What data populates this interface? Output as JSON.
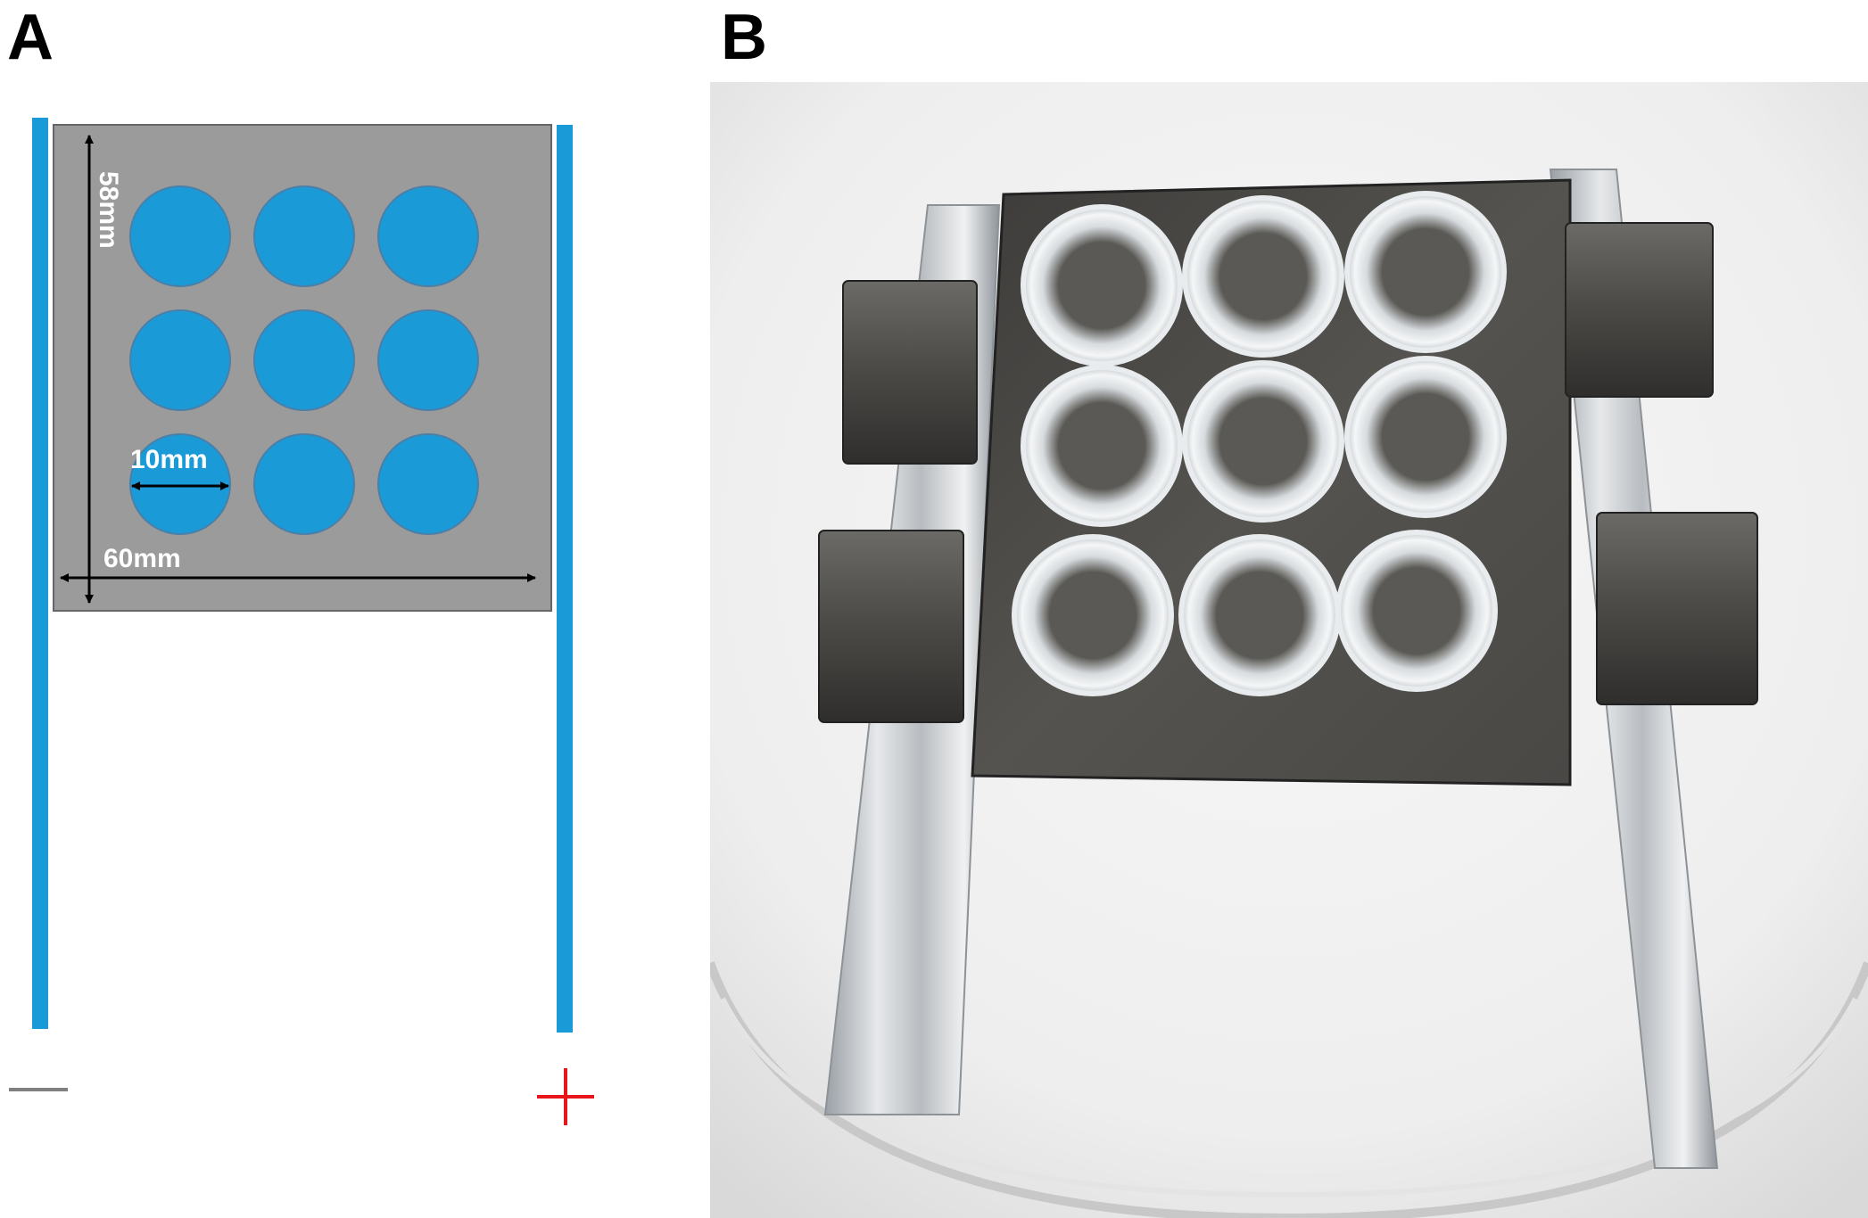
{
  "panels": {
    "a_label": "A",
    "b_label": "B"
  },
  "diagram": {
    "dimension_height": "58mm",
    "dimension_width": "60mm",
    "dimension_well": "10mm",
    "minus_sign": "−",
    "plus_sign": "+",
    "well_rows": 3,
    "well_cols": 3
  },
  "colors": {
    "plate_gray": "#9b9b9b",
    "electrode_blue": "#1b9ad8",
    "well_blue": "#1b9ad8",
    "plus_red": "#e8151b",
    "minus_gray": "#808080"
  }
}
